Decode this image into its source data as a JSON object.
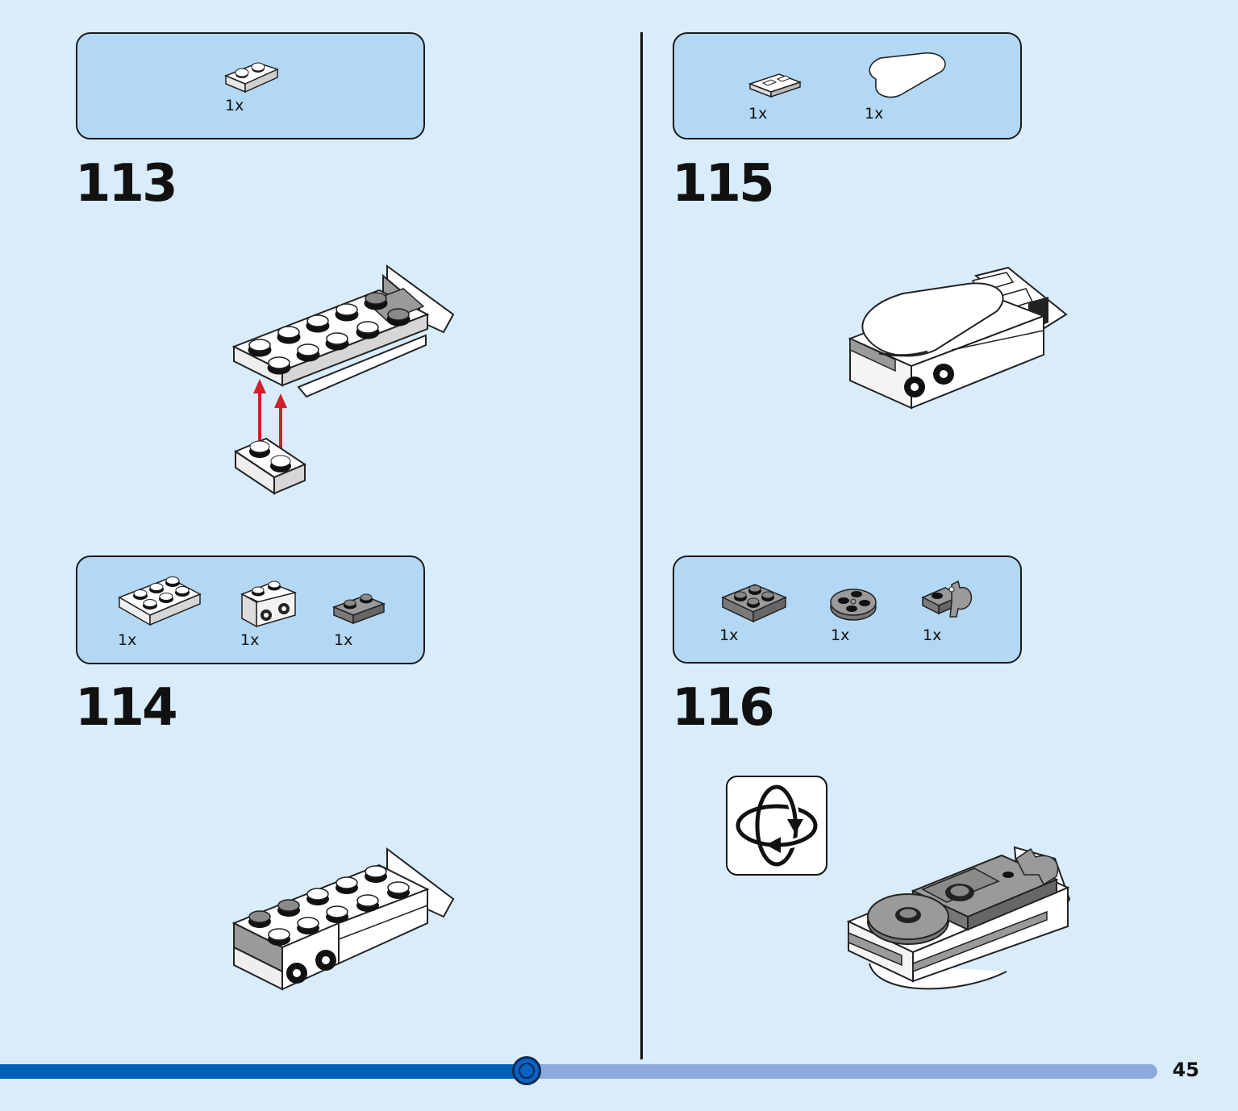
{
  "steps": [
    {
      "number": "113",
      "parts": [
        {
          "qty": "1x",
          "name": "plate-1x2-white"
        }
      ]
    },
    {
      "number": "114",
      "parts": [
        {
          "qty": "1x",
          "name": "plate-2x3-white"
        },
        {
          "qty": "1x",
          "name": "bracket-1x2-white"
        },
        {
          "qty": "1x",
          "name": "plate-1x2-grey"
        }
      ]
    },
    {
      "number": "115",
      "parts": [
        {
          "qty": "1x",
          "name": "tile-1x2-grille-white"
        },
        {
          "qty": "1x",
          "name": "tile-2x4-round-white"
        }
      ]
    },
    {
      "number": "116",
      "parts": [
        {
          "qty": "1x",
          "name": "plate-2x2-grey"
        },
        {
          "qty": "1x",
          "name": "plate-round-2x2-grey"
        },
        {
          "qty": "1x",
          "name": "plate-clip-grey"
        }
      ]
    }
  ],
  "footer": {
    "page_number": "45",
    "progress": 0.455
  },
  "colors": {
    "background": "#d8ecfb",
    "callout": "#b3d8f5",
    "progress_fill": "#0060b5",
    "progress_track": "#8ea9dc",
    "arrow": "#d0202a"
  },
  "icons": [
    "rotate-model-icon"
  ]
}
